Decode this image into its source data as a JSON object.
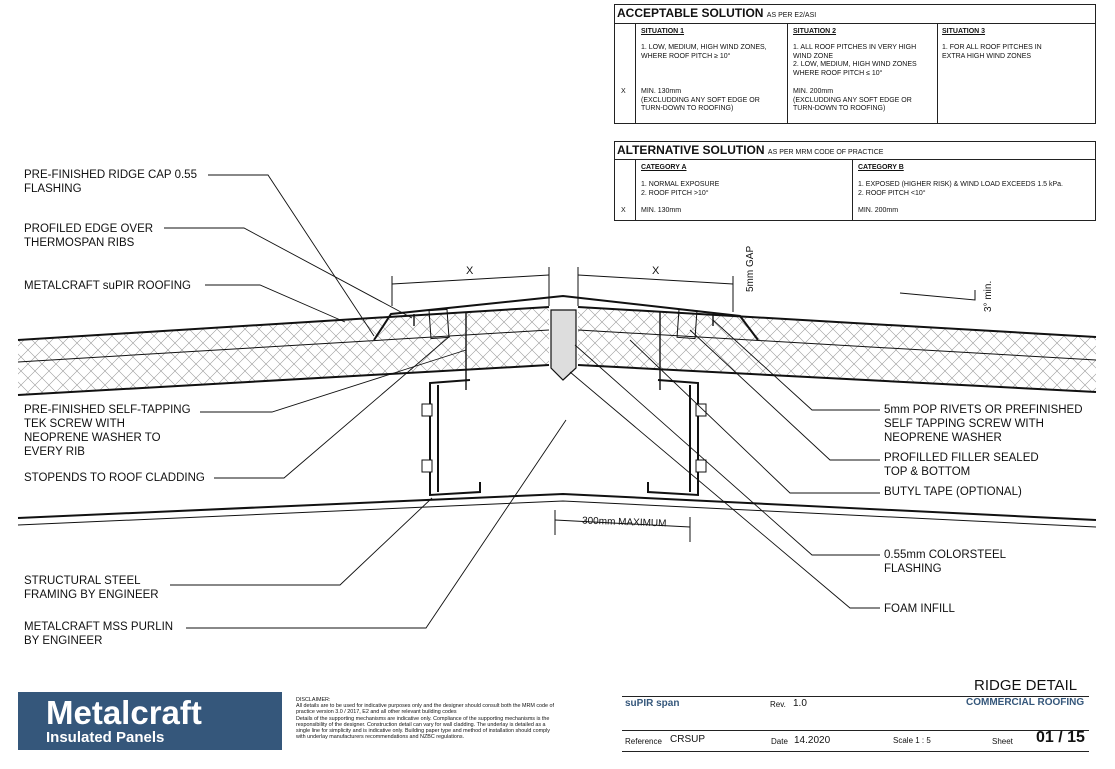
{
  "acceptable": {
    "title": "ACCEPTABLE SOLUTION",
    "sub": "AS PER E2/ASI",
    "mark": "X",
    "cols": [
      {
        "head": "SITUATION 1",
        "desc": "1. LOW, MEDIUM, HIGH WIND ZONES,\nWHERE ROOF PITCH ≥ 10°",
        "min": "MIN. 130mm\n(EXCLUDDING ANY SOFT EDGE OR\nTURN-DOWN TO ROOFING)"
      },
      {
        "head": "SITUATION 2",
        "desc": "1. ALL ROOF PITCHES IN VERY HIGH\nWIND ZONE\n2. LOW, MEDIUM, HIGH WIND ZONES\nWHERE ROOF PITCH ≤ 10°",
        "min": "MIN. 200mm\n(EXCLUDDING ANY SOFT EDGE OR\nTURN-DOWN TO ROOFING)"
      },
      {
        "head": "SITUATION 3",
        "desc": "1. FOR ALL ROOF PITCHES IN\nEXTRA HIGH WIND ZONES",
        "min": ""
      }
    ]
  },
  "alternative": {
    "title": "ALTERNATIVE SOLUTION",
    "sub": "AS PER MRM CODE OF PRACTICE",
    "mark": "X",
    "cols": [
      {
        "head": "CATEGORY A",
        "desc": "1. NORMAL EXPOSURE\n2. ROOF PITCH >10°",
        "min": "MIN. 130mm"
      },
      {
        "head": "CATEGORY B",
        "desc": "1. EXPOSED (HIGHER RISK) & WIND LOAD EXCEEDS 1.5 kPa.\n2. ROOF PITCH <10°",
        "min": "MIN. 200mm"
      }
    ]
  },
  "labels": {
    "ridge_cap": "PRE-FINISHED RIDGE CAP 0.55\nFLASHING",
    "profiled_edge": "PROFILED EDGE OVER\nTHERMOSPAN RIBS",
    "supir": "METALCRAFT suPIR ROOFING",
    "tek_screw": "PRE-FINISHED SELF-TAPPING\nTEK SCREW WITH\nNEOPRENE WASHER TO\nEVERY RIB",
    "stopends": "STOPENDS TO ROOF CLADDING",
    "structural": "STRUCTURAL STEEL\nFRAMING BY ENGINEER",
    "purlin": "METALCRAFT MSS PURLIN\nBY ENGINEER",
    "rivets": "5mm POP RIVETS OR PREFINISHED\nSELF TAPPING SCREW WITH\nNEOPRENE WASHER",
    "filler": "PROFILLED FILLER SEALED\nTOP & BOTTOM",
    "butyl": "BUTYL TAPE (OPTIONAL)",
    "colorsteel": "0.55mm COLORSTEEL\nFLASHING",
    "foam": "FOAM INFILL"
  },
  "dims": {
    "x_left": "X",
    "x_right": "X",
    "gap": "5mm GAP",
    "pitch": "3° min.",
    "max": "300mm MAXIMUM"
  },
  "logo": {
    "name": "Metalcraft",
    "sub": "Insulated Panels"
  },
  "disclaimer": "DISCLAIMER:\nAll details are to be used for indicative purposes only and the designer should consult both the MRM code of\npractice version 3.0 / 2017, E2 and all other relevant building codes\nDetails of the supporting mechanisms are indicative only. Compliance of the supporting mechanisms is the\nresponsibility of the designer. Construction detail can vary for wall cladding. The underlay is detailed as a\nsingle line for simplicity and is indicative only. Building paper type and method of installation should comply\nwith underlay manufacturers recommendations and NZBC regulations.",
  "titleblock": {
    "product": "suPIR span",
    "rev_label": "Rev.",
    "rev": "1.0",
    "title": "RIDGE DETAIL",
    "subtitle": "COMMERCIAL ROOFING",
    "ref_label": "Reference",
    "ref": "CRSUP",
    "date_label": "Date",
    "date": "14.2020",
    "scale": "Scale 1 : 5",
    "sheet_label": "Sheet",
    "sheet": "01 / 15",
    "accent": "#35577b"
  }
}
